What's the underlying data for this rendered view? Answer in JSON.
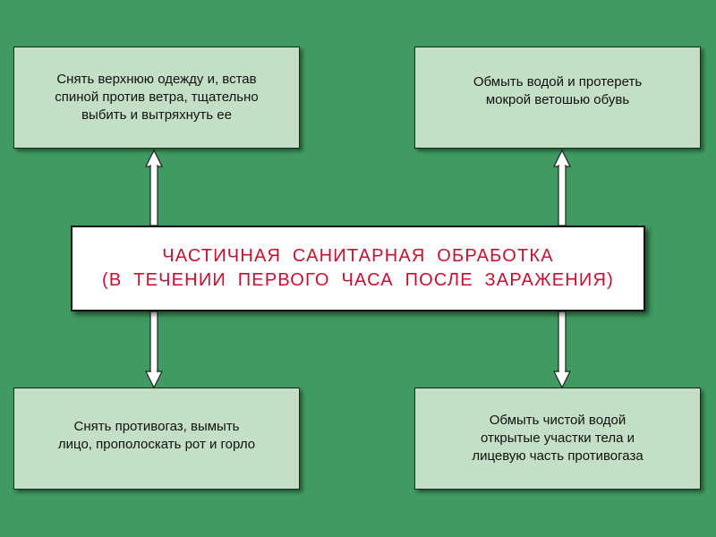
{
  "diagram": {
    "center": {
      "line1": "ЧАСТИЧНАЯ  САНИТАРНАЯ  ОБРАБОТКА",
      "line2": "(В  ТЕЧЕНИИ  ПЕРВОГО  ЧАСА  ПОСЛЕ  ЗАРАЖЕНИЯ)"
    },
    "boxes": {
      "top_left": "Снять верхнюю одежду и, встав\nспиной против ветра, тщательно\nвыбить и вытряхнуть ее",
      "top_right": "Обмыть водой и протереть\nмокрой ветошью обувь",
      "bottom_left": "Снять противогаз, вымыть\nлицо, прополоскать рот и горло",
      "bottom_right": "Обмыть чистой водой\nоткрытые участки тела и\nлицевую часть противогаза"
    },
    "colors": {
      "background": "#3f9b61",
      "box_fill": "#c3e0c6",
      "title_text": "#c8102e",
      "arrow_fill": "#ffffff"
    }
  }
}
